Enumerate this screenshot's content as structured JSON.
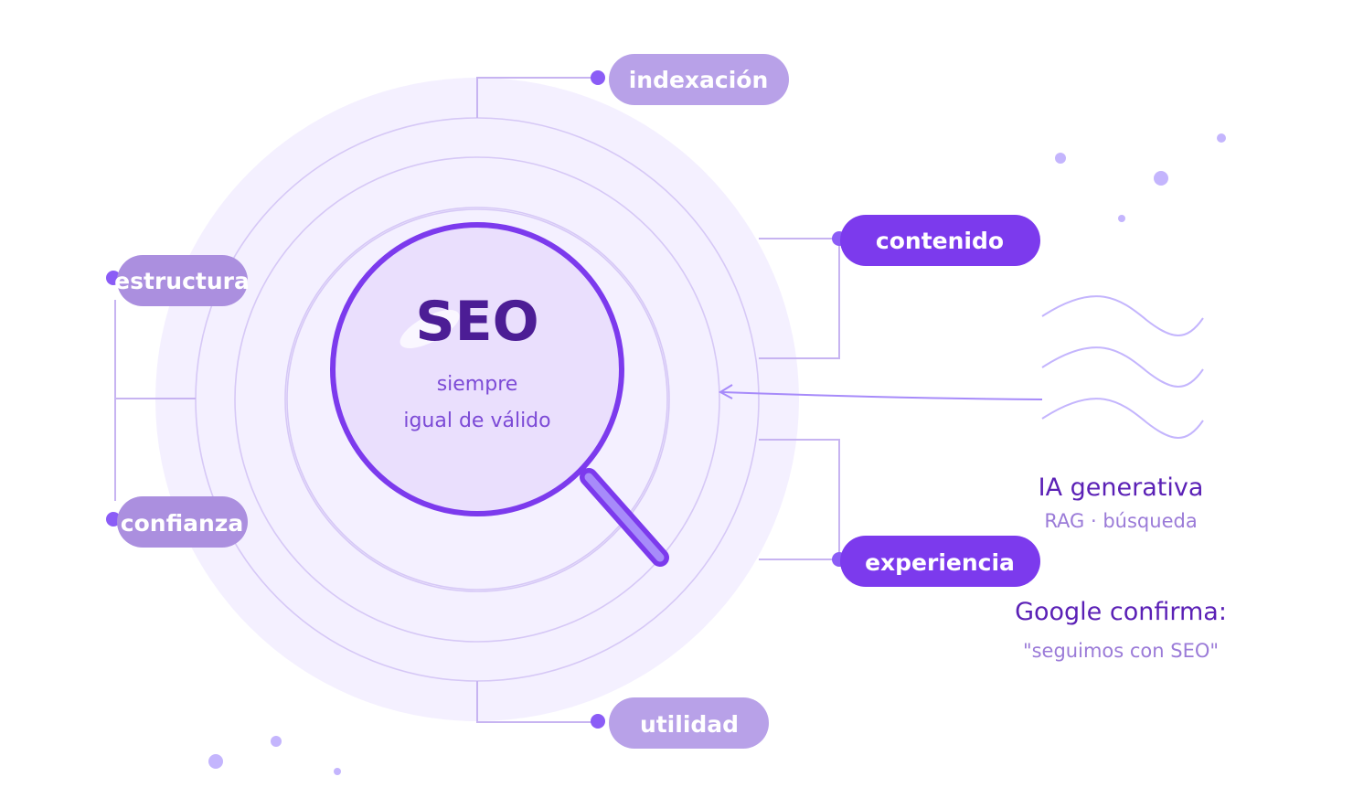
{
  "center": {
    "title": "SEO",
    "subtitle_line1": "siempre",
    "subtitle_line2": "igual de válido"
  },
  "labels": {
    "top": "indexación",
    "right_top": "contenido",
    "right_bottom": "experiencia",
    "bottom": "utilidad",
    "left_top": "estructura",
    "left_bottom": "confianza"
  },
  "side_notes": {
    "ai_title": "IA generativa",
    "ai_sub": "RAG · búsqueda",
    "google_title": "Google confirma:",
    "google_quote": "\"seguimos con SEO\""
  },
  "icons": {
    "center": "magnifying-glass-icon",
    "signal": "wave-lines-icon"
  },
  "colors": {
    "deep_purple": "#4c1d95",
    "accent_purple": "#7c3aed",
    "light_purple": "#b8a1e8",
    "ring_fill": "#f3efff",
    "ring_stroke": "#d4c4f5"
  }
}
